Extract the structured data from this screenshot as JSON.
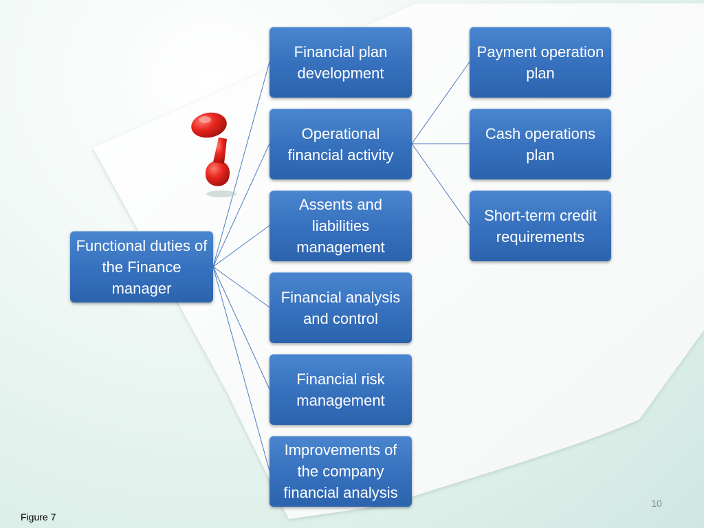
{
  "root": {
    "label": "Functional duties of the Finance manager"
  },
  "duties": [
    {
      "label": "Financial plan development"
    },
    {
      "label": "Operational financial activity"
    },
    {
      "label": "Assents and liabilities management"
    },
    {
      "label": "Financial analysis and control"
    },
    {
      "label": "Financial risk management"
    },
    {
      "label": "Improvements of the company financial analysis"
    }
  ],
  "operational_subtasks": [
    {
      "label": "Payment operation plan"
    },
    {
      "label": "Cash operations plan"
    },
    {
      "label": "Short-term credit requirements"
    }
  ],
  "footer": {
    "page_number": "10",
    "figure_caption": "Figure 7"
  },
  "colors": {
    "box_fill": "#3670bd",
    "connector": "#4a7cc0",
    "pin": "#e0201e"
  },
  "decoration": {
    "pin_icon": "push-pin-icon"
  }
}
